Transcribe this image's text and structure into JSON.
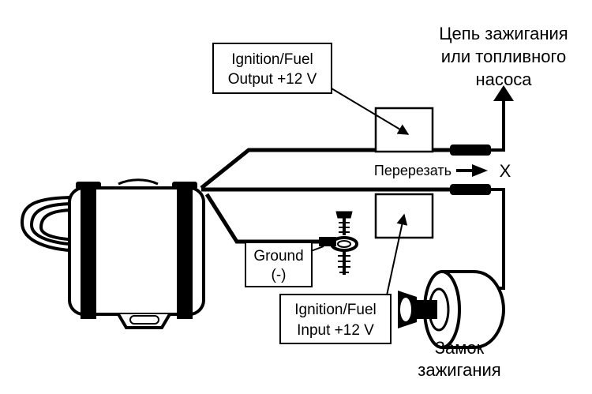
{
  "labels": {
    "output": {
      "line1": "Ignition/Fuel",
      "line2": "Output +12 V"
    },
    "input": {
      "line1": "Ignition/Fuel",
      "line2": "Input +12 V"
    },
    "ground": {
      "line1": "Ground",
      "line2": "(-)"
    },
    "circuit": {
      "line1": "Цепь зажигания",
      "line2": "или топливного",
      "line3": "насоса"
    },
    "cut": "Перерезать",
    "cut_mark": "X",
    "switch": {
      "line1": "Замок",
      "line2": "зажигания"
    }
  }
}
